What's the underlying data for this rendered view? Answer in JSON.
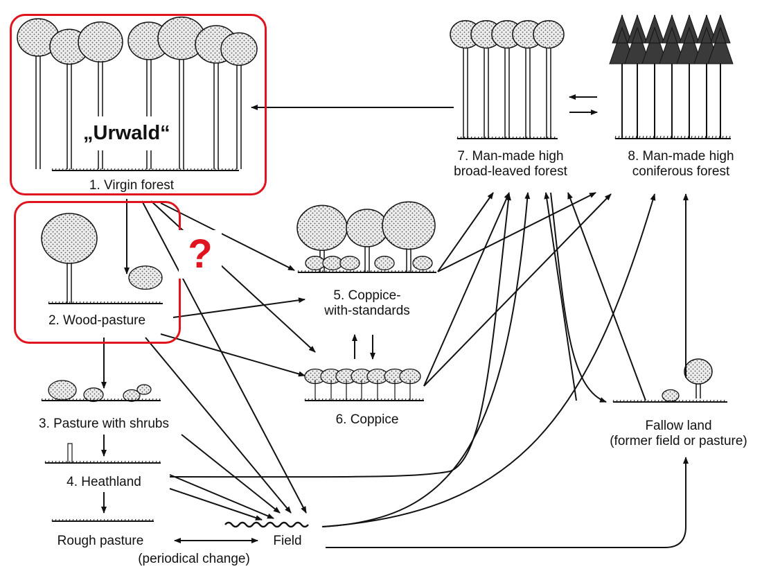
{
  "nodes": {
    "virgin_forest": "1. Virgin forest",
    "wood_pasture": "2. Wood-pasture",
    "pasture_shrubs": "3. Pasture with shrubs",
    "heathland": "4. Heathland",
    "rough_pasture": "Rough pasture",
    "periodical_change": "(periodical change)",
    "field": "Field",
    "coppice_standards": [
      "5. Coppice-",
      "with-standards"
    ],
    "coppice": "6. Coppice",
    "broadleaved": [
      "7. Man-made high",
      "broad-leaved forest"
    ],
    "coniferous": [
      "8. Man-made high",
      "coniferous forest"
    ],
    "fallow": [
      "Fallow land",
      "(former field or pasture)"
    ]
  },
  "overlay": {
    "urwald": "„Urwald“",
    "question_mark": "?"
  },
  "colors": {
    "highlight": "#e0141e",
    "ink": "#111111",
    "canopy_fill": "#d9d9d9",
    "conifer_fill": "#3a3a3a"
  }
}
